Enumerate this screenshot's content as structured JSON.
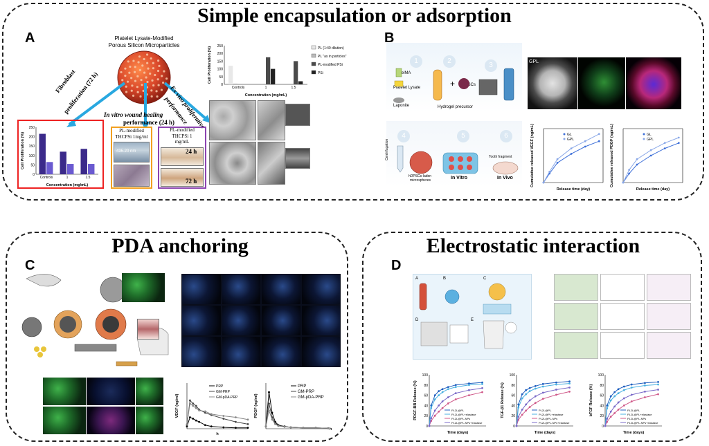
{
  "titles": {
    "top": "Simple encapsulation or adsorption",
    "pda": "PDA anchoring",
    "electro": "Electrostatic interaction"
  },
  "letters": {
    "a": "A",
    "b": "B",
    "c": "C",
    "d": "D"
  },
  "panel_a": {
    "header_line1": "Platelet Lysate-Modified",
    "header_line2": "Porous Silicon Microparticles",
    "branch_left_1": "Fibroblast",
    "branch_left_2": "proliferation (72 h)",
    "branch_mid_1": "In vitro wound healing",
    "branch_mid_2": "performance (24 h)",
    "branch_right_1": "Ex vivo proliferative",
    "branch_right_2": "performance",
    "wound_caption_1": "PL-modified",
    "wound_caption_2": "THCPSi 1mg/ml",
    "wound_measure": "435.20 nm",
    "exvivo_caption_1": "PL-modified",
    "exvivo_caption_2": "THCPSi 1",
    "exvivo_caption_3": "mg/mL",
    "time_24": "24 h",
    "time_72": "72 h"
  },
  "panel_b": {
    "step1": "1",
    "step2": "2",
    "step3": "3",
    "step4": "4",
    "step5": "5",
    "step6": "6",
    "gelma": "GelMA",
    "platelet_lysate": "Platelet Lysate",
    "laponite": "Laponite",
    "hydrogel_precursor": "Hydrogel precursor",
    "hdpscs": "hDPSCs",
    "centrifugation": "Centrifugation",
    "microspheres_1": "hDPSCs-laden",
    "microspheres_2": "microspheres",
    "in_vitro": "In Vitro",
    "in_vivo": "In Vivo",
    "tooth_fragment": "Tooth fragment",
    "gpl_label": "GPL"
  },
  "panel_c": {
    "ylabel_vegf": "VEGF (ng/ml)",
    "ylabel_pdgf": "PDGF (ng/ml)",
    "xlabel": "h"
  },
  "panel_d": {
    "sub_a": "A",
    "sub_b": "B",
    "sub_c": "C",
    "sub_d": "D",
    "sub_e": "E",
    "xlabel": "Time (days)",
    "ylabel_1": "PDGF-BB Release (%)",
    "ylabel_2": "TGF-β1 Release (%)",
    "ylabel_3": "bFGF Release (%)"
  },
  "chart_data": [
    {
      "type": "bar",
      "id": "a_top_bar",
      "xlabel": "Concentration (mg/mL)",
      "ylabel": "Cell Proliferation (%)",
      "categories": [
        "Controls",
        "1",
        "1.5"
      ],
      "ylim": [
        0,
        250
      ],
      "yticks": [
        0,
        50,
        100,
        150,
        200,
        250
      ],
      "legend": [
        "PL (1:40 dilution)",
        "PL \"as in particles\"",
        "PL-modified PSi",
        "PSi"
      ],
      "series": [
        {
          "name": "PL (1:40 dilution)",
          "values": [
            120,
            null,
            null
          ]
        },
        {
          "name": "PL \"as in particles\"",
          "values": [
            5,
            null,
            null
          ]
        },
        {
          "name": "PL-modified PSi",
          "values": [
            null,
            175,
            150
          ]
        },
        {
          "name": "PSi",
          "values": [
            null,
            100,
            20
          ]
        }
      ]
    },
    {
      "type": "bar",
      "id": "a_bottom_bar",
      "xlabel": "Concentration (mg/mL)",
      "ylabel": "Cell Proliferation (%)",
      "categories": [
        "Controls",
        "1",
        "1.5"
      ],
      "ylim": [
        0,
        250
      ],
      "yticks": [
        0,
        50,
        100,
        150,
        200,
        250
      ],
      "series": [
        {
          "name": "",
          "values": [
            215,
            120,
            135
          ]
        },
        {
          "name": "",
          "values": [
            65,
            55,
            55
          ]
        }
      ]
    },
    {
      "type": "line",
      "id": "b_vegf",
      "xlabel": "Release time (day)",
      "ylabel": "Cumulative released VEGF (ng/mL)",
      "x": [
        0,
        3,
        7,
        14,
        21,
        28
      ],
      "xlim": [
        0,
        30
      ],
      "ylim": [
        0,
        30
      ],
      "series": [
        {
          "name": "GL",
          "values": [
            0,
            5,
            11,
            16,
            20,
            23
          ]
        },
        {
          "name": "GPL",
          "values": [
            0,
            6,
            13,
            19,
            23,
            27
          ]
        }
      ]
    },
    {
      "type": "line",
      "id": "b_pdgf",
      "xlabel": "Release time (day)",
      "ylabel": "Cumulative released PDGF (ng/mL)",
      "x": [
        0,
        3,
        7,
        14,
        21,
        28
      ],
      "xlim": [
        0,
        30
      ],
      "ylim": [
        0,
        30
      ],
      "series": [
        {
          "name": "GL",
          "values": [
            0,
            5,
            10,
            15,
            19,
            22
          ]
        },
        {
          "name": "GPL",
          "values": [
            0,
            7,
            13,
            18,
            22,
            25
          ]
        }
      ]
    },
    {
      "type": "line",
      "id": "c_vegf",
      "xlabel": "h",
      "ylabel": "VEGF (ng/ml)",
      "x": [
        0,
        5,
        10,
        15,
        20,
        30,
        40,
        60,
        80,
        100
      ],
      "xlim": [
        0,
        100
      ],
      "ylim": [
        0,
        1
      ],
      "legend": [
        "PRP",
        "GM-PRP",
        "GM-pDA-PRP"
      ],
      "series": [
        {
          "name": "PRP",
          "values": [
            0.05,
            0.25,
            0.22,
            0.18,
            0.15,
            0.08,
            0.05,
            0.03,
            0.02,
            0.02
          ]
        },
        {
          "name": "GM-PRP",
          "values": [
            0.08,
            0.62,
            0.55,
            0.5,
            0.42,
            0.35,
            0.3,
            0.22,
            0.15,
            0.1
          ]
        },
        {
          "name": "GM-pDA-PRP",
          "values": [
            0.1,
            0.55,
            0.5,
            0.45,
            0.4,
            0.38,
            0.32,
            0.28,
            0.25,
            0.2
          ]
        }
      ]
    },
    {
      "type": "line",
      "id": "c_pdgf",
      "xlabel": "h",
      "ylabel": "PDGF (ng/ml)",
      "x": [
        0,
        5,
        10,
        15,
        20,
        30,
        40,
        60,
        80,
        100
      ],
      "xlim": [
        0,
        100
      ],
      "ylim": [
        0,
        1
      ],
      "legend": [
        "PRP",
        "GM-PRP",
        "GM-pDA-PRP"
      ],
      "series": [
        {
          "name": "PRP",
          "values": [
            0.05,
            0.8,
            0.35,
            0.15,
            0.08,
            0.05,
            0.03,
            0.02,
            0.02,
            0.01
          ]
        },
        {
          "name": "GM-PRP",
          "values": [
            0.05,
            0.55,
            0.25,
            0.12,
            0.07,
            0.05,
            0.03,
            0.02,
            0.02,
            0.01
          ]
        },
        {
          "name": "GM-pDA-PRP",
          "values": [
            0.05,
            0.4,
            0.2,
            0.1,
            0.06,
            0.04,
            0.03,
            0.02,
            0.02,
            0.01
          ]
        }
      ]
    },
    {
      "type": "line",
      "id": "d_pdgf",
      "xlabel": "Time (days)",
      "ylabel": "PDGF-BB Release (%)",
      "x": [
        0,
        1,
        3,
        5,
        7,
        10,
        14,
        21,
        28
      ],
      "xlim": [
        0,
        30
      ],
      "ylim": [
        0,
        100
      ],
      "yticks": [
        0,
        20,
        40,
        60,
        80,
        100
      ],
      "legend": [
        "PL2L@PL",
        "PL2L@PL+elastase",
        "PL2L@PL-NPs",
        "PL2L@PL-NPs+elastase"
      ],
      "series": [
        {
          "name": "PL2L@PL",
          "values": [
            0,
            40,
            60,
            68,
            72,
            76,
            80,
            83,
            85
          ]
        },
        {
          "name": "PL2L@PL+elastase",
          "values": [
            0,
            35,
            52,
            60,
            66,
            72,
            76,
            80,
            82
          ]
        },
        {
          "name": "PL2L@PL-NPs",
          "values": [
            0,
            10,
            20,
            28,
            35,
            44,
            52,
            60,
            66
          ]
        },
        {
          "name": "PL2L@PL-NPs+elastase",
          "values": [
            0,
            15,
            30,
            40,
            48,
            56,
            64,
            70,
            74
          ]
        }
      ]
    },
    {
      "type": "line",
      "id": "d_tgf",
      "xlabel": "Time (days)",
      "ylabel": "TGF-β1 Release (%)",
      "x": [
        0,
        1,
        3,
        5,
        7,
        10,
        14,
        21,
        28
      ],
      "xlim": [
        0,
        30
      ],
      "ylim": [
        0,
        100
      ],
      "yticks": [
        0,
        20,
        40,
        60,
        80,
        100
      ],
      "legend": [
        "PL2L@PL",
        "PL2L@PL+elastase",
        "PL2L@PL-NPs",
        "PL2L@PL-NPs+elastase"
      ],
      "series": [
        {
          "name": "PL2L@PL",
          "values": [
            0,
            42,
            62,
            70,
            74,
            78,
            82,
            85,
            87
          ]
        },
        {
          "name": "PL2L@PL+elastase",
          "values": [
            0,
            36,
            54,
            62,
            68,
            73,
            77,
            81,
            83
          ]
        },
        {
          "name": "PL2L@PL-NPs",
          "values": [
            0,
            12,
            22,
            30,
            37,
            45,
            53,
            61,
            67
          ]
        },
        {
          "name": "PL2L@PL-NPs+elastase",
          "values": [
            0,
            18,
            32,
            42,
            50,
            58,
            65,
            71,
            75
          ]
        }
      ]
    },
    {
      "type": "line",
      "id": "d_bfgf",
      "xlabel": "Time (days)",
      "ylabel": "bFGF Release (%)",
      "x": [
        0,
        1,
        3,
        5,
        7,
        10,
        14,
        21,
        28
      ],
      "xlim": [
        0,
        30
      ],
      "ylim": [
        0,
        100
      ],
      "yticks": [
        0,
        20,
        40,
        60,
        80,
        100
      ],
      "legend": [
        "PL2L@PL",
        "PL2L@PL+elastase",
        "PL2L@PL-NPs",
        "PL2L@PL-NPs+elastase"
      ],
      "series": [
        {
          "name": "PL2L@PL",
          "values": [
            0,
            40,
            58,
            66,
            72,
            77,
            81,
            84,
            86
          ]
        },
        {
          "name": "PL2L@PL+elastase",
          "values": [
            0,
            34,
            50,
            58,
            64,
            70,
            75,
            79,
            81
          ]
        },
        {
          "name": "PL2L@PL-NPs",
          "values": [
            0,
            8,
            18,
            25,
            32,
            40,
            48,
            56,
            62
          ]
        },
        {
          "name": "PL2L@PL-NPs+elastase",
          "values": [
            0,
            14,
            28,
            38,
            46,
            54,
            61,
            67,
            71
          ]
        }
      ]
    }
  ]
}
